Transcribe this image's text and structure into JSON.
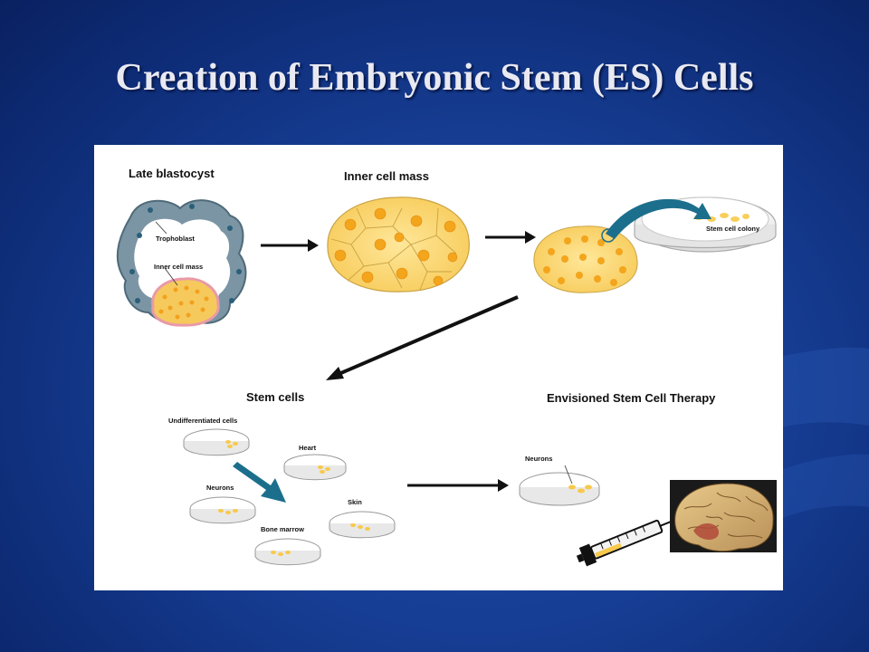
{
  "slide": {
    "title": "Creation of Embryonic Stem (ES) Cells"
  },
  "diagram": {
    "labels": {
      "late_blastocyst": "Late blastocyst",
      "trophoblast": "Trophoblast",
      "inner_cell_mass_small": "Inner cell mass",
      "inner_cell_mass": "Inner cell mass",
      "stem_cell_colony": "Stem cell colony",
      "stem_cells": "Stem cells",
      "undifferentiated_cells": "Undifferentiated cells",
      "heart": "Heart",
      "neurons": "Neurons",
      "skin": "Skin",
      "bone_marrow": "Bone marrow",
      "envisioned_therapy": "Envisioned Stem Cell Therapy",
      "therapy_neurons": "Neurons"
    }
  },
  "colors": {
    "background": "#163d93",
    "cell_fill": "#fbd772",
    "cell_nucleus": "#f3a51c",
    "trophoblast": "#6f8a9a",
    "dish_teal": "#1c6f8c",
    "arrow": "#111111"
  }
}
